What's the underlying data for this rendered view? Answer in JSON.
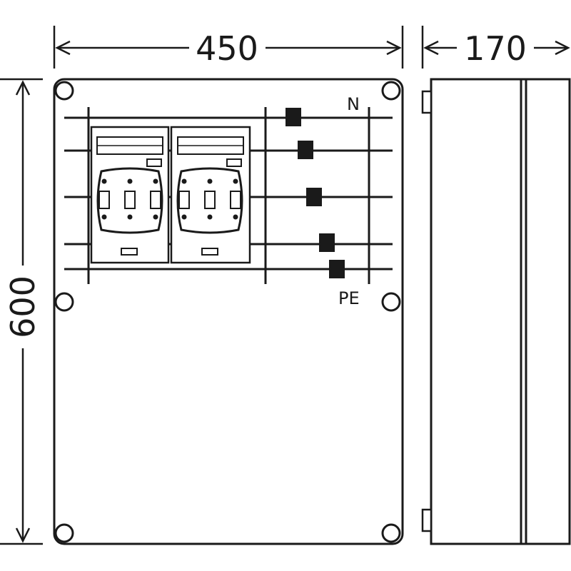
{
  "dimensions": {
    "width": "450",
    "depth": "170",
    "height": "600"
  },
  "labels": {
    "neutral": "N",
    "protective_earth": "PE"
  },
  "colors": {
    "line": "#1a1a1a",
    "background": "#ffffff"
  }
}
